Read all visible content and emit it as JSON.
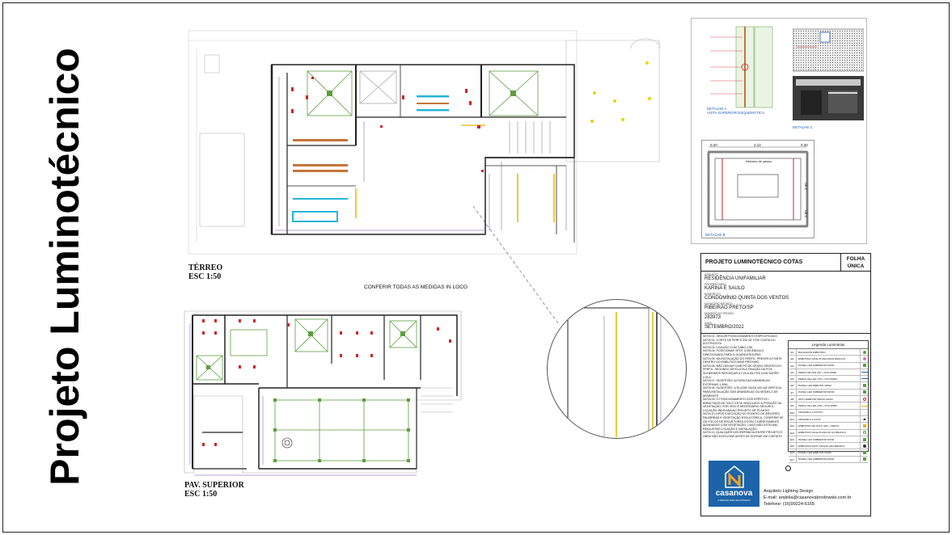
{
  "sheet": {
    "vertical_title": "Projeto Luminotécnico"
  },
  "plans": {
    "terreo_label": "TÉRREO",
    "terreo_scale": "ESC 1:50",
    "superior_label": "PAV. SUPERIOR",
    "superior_scale": "ESC 1:50",
    "note_center": "CONFERIR TODAS AS MEDIDAS IN LOCO"
  },
  "details": {
    "a_caption": "DETALHE  A",
    "a_subcaption": "VISTA SUPERIOR ESQUEMÁTICA",
    "c_caption": "DETALHE  C",
    "b_caption": "DETALHE  B",
    "b_dims": [
      "0.20",
      "2.12",
      "0.20",
      "2.00",
      "0.80"
    ],
    "b_inner_label": "Rebaixo de gesso"
  },
  "title_block": {
    "title": "PROJETO LUMINOTÉCNICO COTAS",
    "folha_line1": "FOLHA",
    "folha_line2": "ÚNICA",
    "assunto_label": "ASSUNTO",
    "assunto": "RESIDÊNCIA UNIFAMILIAR",
    "proprietario_label": "PROPRIETARIO",
    "proprietario": "KARINA E SAULO",
    "endereco_label": "ENDEREÇO",
    "endereco": "CONDOMÍNIO QUINTA DOS VENTOS",
    "municipio_label": "MUNICIPIO /ESTADO",
    "municipio": "RIBEIRÃO PRETO/SP",
    "pedido_label": "NÚMERO DO PEDIDO",
    "pedido": "283973",
    "data_label": "DATA",
    "data": "SETEMBRO/2022",
    "notes": [
      "NOTA 01: SEGUIR POSICIONAMENTO ESPECIFICADO",
      "NOTA 02: CORTE DE PERFIL EM 45° POR CONTA DO ELETRICISTA",
      "NOTA 03: LIGAÇÃO COM CABO 2,5E",
      "NOTA 04: POSICIONAR SPOT COM ÂNGULO DIRECIONADO PARA O GUARDA ROUPAS",
      "NOTA 05: NA INSTALAÇÃO DO PERFIL, PREVER A FONTE DENTRO DO EMBUTIDO MAIS PRÓXIMO.",
      "NOTA 06: NÃO DEIXAR CAIR PÓ DE GESSO DENTRO DO PERFIL, SEGUNDO DIFICULTA A FIXAÇÃO DA FITA. SUGERIMOS REFORÇAR A COLA DA FITA COM SUPER COLA.",
      "NOTA 07: SUGESTÃO: ALTURA DAS ARANDELAS EXTERNAS 1,90M.",
      "NOTA 08: SUGESTÃO: UTILIZAR CAIXA 4X2 NA VERTICAL PARA INSTALAÇÃO DAS ARANDELAS OU MODELO DE APARENTE.",
      "NOTA 09: O POSICIONAMENTO DOS ESPETOS / EMBUTIDOS DE SOLO ESTÁ VINCULADO À POSIÇÃO DA VEGETAÇÃO, POR ISSO É NECESSÁRIO SEGUIR A LOCAÇÃO INDICADA NO PROJETO DE PLANTIO.",
      "NOTA 10: APÓS EXECUÇÃO DO PLANTIO DE ÁRVORES, PALMEIRAS E VEGETAÇÃO ESCULTÓRICA, CONFERIR SE OS FOCOS DE PROJETORES ESTÃO CORRETAMENTE ALINHADOS COM VEGETAÇÃO. CASO NÃO ESTEJAM, REAJUSTAR LOCAÇÃO E INSTALAÇÃO.",
      "NOTA 11: QUALQUER DISCREPÂNCIA ENTRE PROJETO E OBRA NÃO EXECUTAR ANTES DE ENTRAR EM CONTATO"
    ],
    "legend_title": "Legenda Luminárias",
    "legend": [
      {
        "code": "E1",
        "desc": "BALIZADOR EMBUTIDO",
        "sym": "dot-green"
      },
      {
        "code": "E2",
        "desc": "EMBUTIDO FACE PLANA AR111 BRANCO",
        "sym": "dot-pink"
      },
      {
        "code": "E3",
        "desc": "PAINEL LED SOBREPOR 60X60",
        "sym": "sq-green"
      },
      {
        "code": "E4",
        "desc": "PERFIL DE LED 24V + FITA 3000K",
        "sym": "line-blue"
      },
      {
        "code": "E5",
        "desc": "PERFIL DE LED 17W + FITA 3000K",
        "sym": "line-blue"
      },
      {
        "code": "E6",
        "desc": "PAINEL LED EMBUTIR 30X30",
        "sym": "sq-green"
      },
      {
        "code": "E7",
        "desc": "PAINEL LED SOBREPOR 30X30",
        "sym": "sq-green"
      },
      {
        "code": "E8",
        "desc": "SPOT EMBUTIR PRETO AR111",
        "sym": "ring-red"
      },
      {
        "code": "E9",
        "desc": "PERFIL DE LED 12W + FITA 3000K",
        "sym": "line-yellow"
      },
      {
        "code": "E10",
        "desc": "ARANDELA 2 FOCOS",
        "sym": "none"
      },
      {
        "code": "E11",
        "desc": "ARANDELA 1 FOCO",
        "sym": "tri"
      },
      {
        "code": "E12",
        "desc": "EMBUTIDO DE SOLO LED + PRETO",
        "sym": "sq-yellow"
      },
      {
        "code": "E13",
        "desc": "EMBUTIDO FACE PLANA AR 111 BRANCO",
        "sym": "ring-green"
      },
      {
        "code": "E14",
        "desc": "PAINEL LED SOBREPOR 30X30",
        "sym": "sq-green"
      },
      {
        "code": "E15",
        "desc": "EMBUTIDO SPOT FACE PLANA BRANCO",
        "sym": "dot-dark"
      },
      {
        "code": "E16",
        "desc": "PAINEL LED EMBUTIR 60X60",
        "sym": "sq-green"
      },
      {
        "code": "E17",
        "desc": "PAINEL LED SOBREPOR 60X60",
        "sym": "sq-green"
      }
    ],
    "logo_name": "casanova",
    "logo_sub": "O MELHOR PARA SEU PROJETO",
    "contact_line1": "Arquiteto Lighting Design",
    "contact_line2": "E-mail: arqlelia@casanovabrodowski.com.br",
    "contact_line3": "Telefone: (16)99224-6165"
  },
  "colors": {
    "accent_blue": "#1d63a8",
    "panel_green": "#5d9e3e",
    "led_red": "#d0222a",
    "led_cyan": "#25b5d6",
    "led_yellow": "#e6b800",
    "caption_blue": "#1e5fb4"
  }
}
